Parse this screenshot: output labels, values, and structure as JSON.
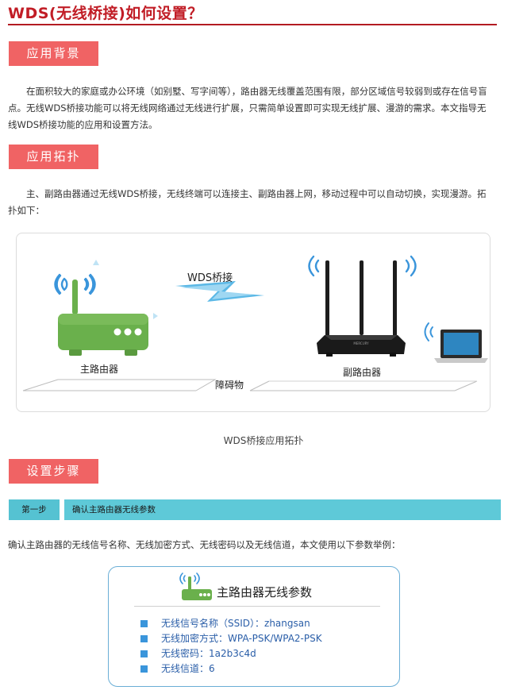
{
  "page": {
    "title": "WDS(无线桥接)如何设置？"
  },
  "sections": {
    "background": {
      "tag": "应用背景",
      "text": "在面积较大的家庭或办公环境（如别墅、写字间等），路由器无线覆盖范围有限，部分区域信号较弱到或存在信号盲点。无线WDS桥接功能可以将无线网络通过无线进行扩展，只需简单设置即可实现无线扩展、漫游的需求。本文指导无线WDS桥接功能的应用和设置方法。"
    },
    "topology": {
      "tag": "应用拓扑",
      "text": "主、副路由器通过无线WDS桥接，无线终端可以连接主、副路由器上网，移动过程中可以自动切换，实现漫游。拓扑如下：",
      "diagram": {
        "bridge_label": "WDS桥接",
        "main_router_label": "主路由器",
        "sub_router_label": "副路由器",
        "obstacle_label": "障碍物",
        "sub_router_brand": "MERCURY"
      },
      "caption": "WDS桥接应用拓扑"
    },
    "steps": {
      "tag": "设置步骤",
      "step1": {
        "number": "第一步",
        "title": "确认主路由器无线参数",
        "text": "确认主路由器的无线信号名称、无线加密方式、无线密码以及无线信道，本文使用以下参数举例：",
        "card": {
          "heading": "主路由器无线参数",
          "params": [
            "无线信号名称（SSID）：zhangsan",
            "无线加密方式：WPA-PSK/WPA2-PSK",
            "无线密码：1a2b3c4d",
            "无线信道：6"
          ]
        }
      }
    }
  },
  "colors": {
    "title": "#c11d26",
    "section_tag": "#f06364",
    "step_bar": "#5ec9d8",
    "router_green": "#6ab04c",
    "param_text": "#2a5ea8",
    "bridge_blue": "#5bb8e6"
  }
}
